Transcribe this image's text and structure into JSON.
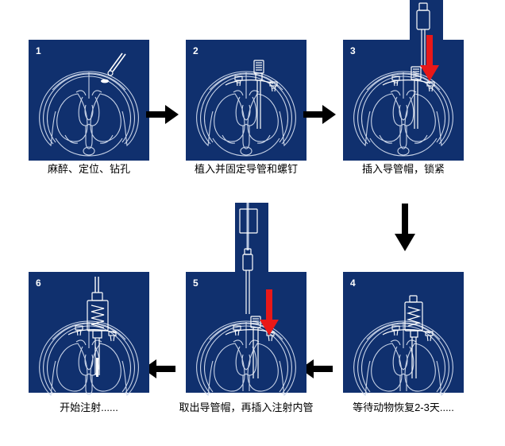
{
  "figure": {
    "title": "Stereotaxic guide cannula implantation and intracerebral injection workflow",
    "background_color": "#ffffff",
    "panel_color": "#10306e",
    "line_color": "#ffffff",
    "flow_arrow_color": "#000000",
    "insertion_arrow_color": "#e81818",
    "caption_color": "#000000"
  },
  "panels": [
    {
      "number": "1",
      "caption": "麻醉、定位、钻孔",
      "contents": "brain-coronal-section with drill bit above right hemisphere and burr hole",
      "has_red_arrow": false,
      "has_stub": false
    },
    {
      "number": "2",
      "caption": "植入并固定导管和螺钉",
      "contents": "brain-coronal-section with guide cannula implanted and anchor screws fixed in skull",
      "has_red_arrow": false,
      "has_stub": false
    },
    {
      "number": "3",
      "caption": "插入导管帽，锁紧",
      "contents": "brain-coronal-section with dummy cannula cap descending into guide cannula",
      "has_red_arrow": true,
      "has_stub": true
    },
    {
      "number": "4",
      "caption": "等待动物恢复2-3天.....",
      "contents": "brain-coronal-section with spring-loaded cap seated on guide cannula during recovery",
      "has_red_arrow": false,
      "has_stub": false
    },
    {
      "number": "5",
      "caption": "取出导管帽，再插入注射内管",
      "contents": "brain-coronal-section with injection inner cannula and tubing descending into guide cannula",
      "has_red_arrow": true,
      "has_stub": true
    },
    {
      "number": "6",
      "caption": "开始注射......",
      "contents": "brain-coronal-section with syringe attached delivering injection into brain target",
      "has_red_arrow": false,
      "has_stub": false
    }
  ],
  "arrows": [
    {
      "id": "arrow-1-to-2",
      "direction": "right"
    },
    {
      "id": "arrow-2-to-3",
      "direction": "right"
    },
    {
      "id": "arrow-3-to-4",
      "direction": "down"
    },
    {
      "id": "arrow-4-to-5",
      "direction": "left"
    },
    {
      "id": "arrow-5-to-6",
      "direction": "left"
    }
  ]
}
